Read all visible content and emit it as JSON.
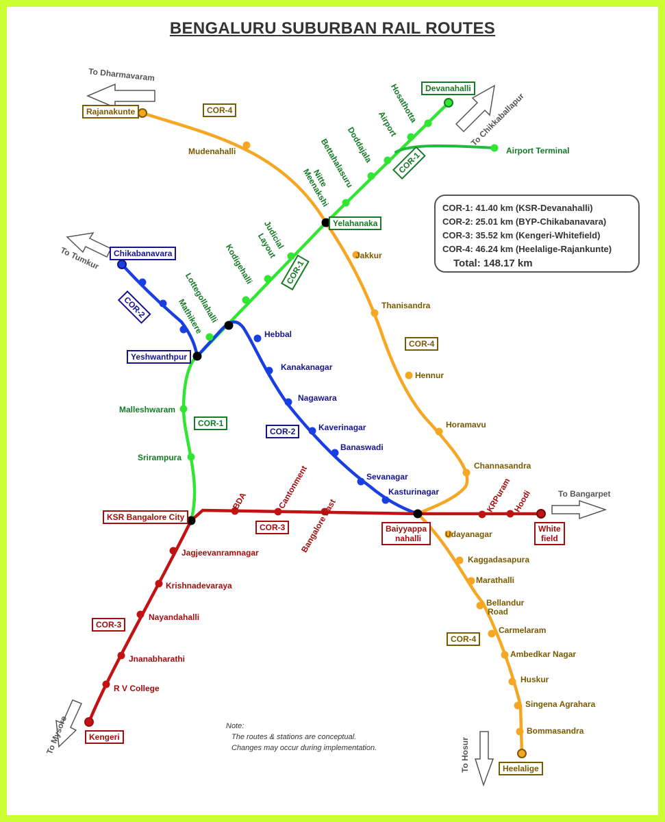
{
  "title": "BENGALURU SUBURBAN RAIL ROUTES",
  "colors": {
    "cor1": "#33e533",
    "cor2": "#1a3fe0",
    "cor3": "#c01414",
    "cor4": "#f5a623",
    "frame": "#ccff33"
  },
  "directions": {
    "dharmavaram": "To Dharmavaram",
    "chikkaballapur": "To Chikkaballapur",
    "tumkur": "To Tumkur",
    "bangarpet": "To Bangarpet",
    "mysore": "To Mysore",
    "hosur": "To Hosur"
  },
  "terminals": {
    "rajanakunte": "Rajanakunte",
    "devanahalli": "Devanahalli",
    "chikabanavara": "Chikabanavara",
    "yeshwanthpur": "Yeshwanthpur",
    "yelahanaka": "Yelahanaka",
    "ksr": "KSR Bangalore City",
    "baiyyappa_1": "Baiyyappa",
    "baiyyappa_2": "nahalli",
    "whitefield_1": "White",
    "whitefield_2": "field",
    "kengeri": "Kengeri",
    "heelalige": "Heelalige"
  },
  "route_tags": {
    "cor4_top": "COR-4",
    "cor1_airport": "COR-1",
    "cor1_mid": "COR-1",
    "cor2_left": "COR-2",
    "cor4_right": "COR-4",
    "cor1_low": "COR-1",
    "cor2_mid": "COR-2",
    "cor3_mid": "COR-3",
    "cor3_low": "COR-3",
    "cor4_low": "COR-4"
  },
  "stations": {
    "cor1": {
      "hosathotta": "Hosathotta",
      "airport": "Airport",
      "doddajala": "Doddajala",
      "bettahalasuru": "Bettahalasuru",
      "nitte_1": "Nitte",
      "nitte_2": "Meenakshi",
      "airport_terminal": "Airport Terminal",
      "judicial_1": "Judicial",
      "judicial_2": "Layout",
      "kodigehalli": "Kodigehalli",
      "lottegollahalli": "Lottegollahalli",
      "mathikere": "Mathikere",
      "malleshwaram": "Malleshwaram",
      "srirampura": "Srirampura"
    },
    "cor2": {
      "hebbal": "Hebbal",
      "kanakanagar": "Kanakanagar",
      "nagawara": "Nagawara",
      "kaverinagar": "Kaverinagar",
      "banaswadi": "Banaswadi",
      "sevanagar": "Sevanagar",
      "kasturinagar": "Kasturinagar"
    },
    "cor3": {
      "bda": "BDA",
      "cantonment": "Cantonment",
      "bangalore_east": "Bangalore East",
      "krpuram": "KRPuram",
      "hoodi": "Hoodi",
      "jagjeevanramnagar": "Jagjeevanramnagar",
      "krishnadevaraya": "Krishnadevaraya",
      "nayandahalli": "Nayandahalli",
      "jnanabharathi": "Jnanabharathi",
      "rv_college": "R V College"
    },
    "cor4": {
      "mudenahalli": "Mudenahalli",
      "jakkur": "Jakkur",
      "thanisandra": "Thanisandra",
      "hennur": "Hennur",
      "horamavu": "Horamavu",
      "channasandra": "Channasandra",
      "udayanagar": "Udayanagar",
      "kaggadasapura": "Kaggadasapura",
      "marathalli": "Marathalli",
      "bellandur_1": "Bellandur",
      "bellandur_2": "Road",
      "carmelaram": "Carmelaram",
      "ambedkar": "Ambedkar Nagar",
      "huskur": "Huskur",
      "singena": "Singena Agrahara",
      "bommasandra": "Bommasandra"
    }
  },
  "legend": {
    "rows": [
      "COR-1:  41.40 km (KSR-Devanahalli)",
      "COR-2:  25.01 km (BYP-Chikabanavara)",
      "COR-3:  35.52 km (Kengeri-Whitefield)",
      "COR-4:  46.24 km (Heelalige-Rajankunte)"
    ],
    "total": "Total: 148.17 km"
  },
  "note": {
    "heading": "Note:",
    "line1": "The routes & stations are conceptual.",
    "line2": "Changes may occur during implementation."
  }
}
